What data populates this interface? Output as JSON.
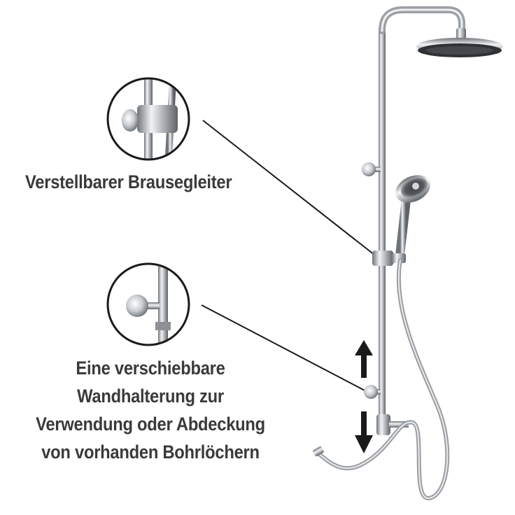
{
  "callouts": [
    {
      "label": "Verstellbarer Brausegleiter"
    },
    {
      "label_lines": [
        "Eine verschiebbare",
        "Wandhalterung zur",
        "Verwendung oder Abdeckung",
        "von vorhanden Bohrlöchern"
      ]
    }
  ],
  "icons": {
    "up": "arrow-up-icon",
    "down": "arrow-down-icon"
  },
  "colors": {
    "text": "#3a3a3a",
    "chrome_dark": "#6f7478",
    "chrome_light": "#eef0f2",
    "arrow": "#1a1a1a",
    "leader_line": "#1a1a1a"
  }
}
